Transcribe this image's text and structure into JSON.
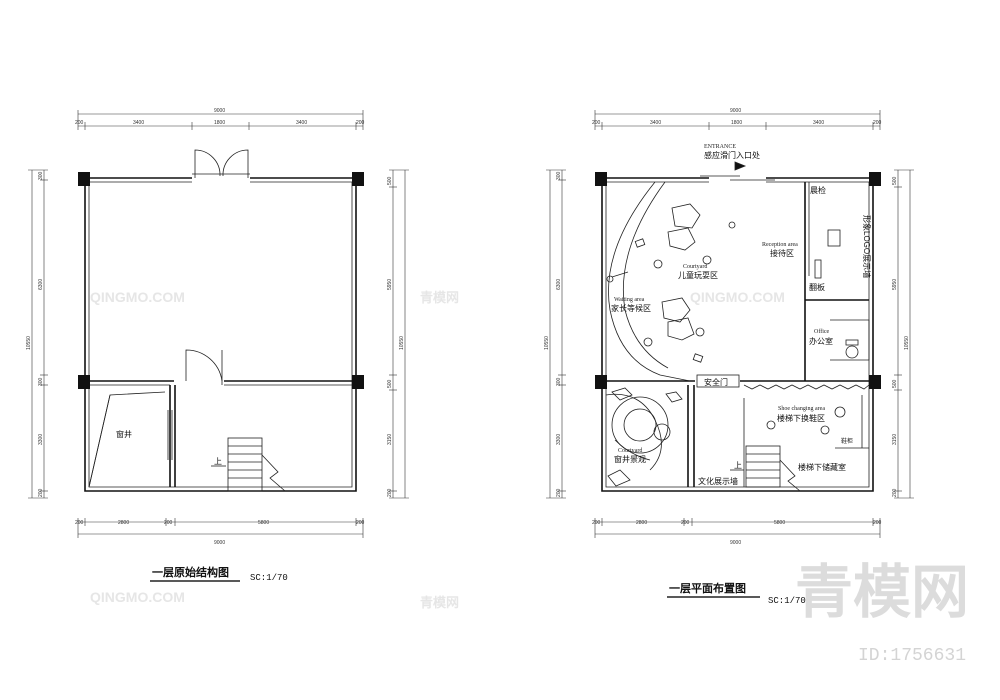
{
  "watermark": {
    "brand_cn": "青模网",
    "brand_en": "QINGMO.COM",
    "small_cn": "青模网",
    "id_label": "ID:1756631"
  },
  "plan_left": {
    "title": "一层原始结构图",
    "scale": "SC:1/70",
    "room_label": "窗井",
    "stair_label": "上",
    "dims_top_total": "9000",
    "dims_top_segments": [
      "200",
      "3400",
      "1800",
      "3400",
      "200"
    ],
    "dims_bottom_total": "9000",
    "dims_bottom_segments": [
      "200",
      "2800",
      "200",
      "5800",
      "200"
    ],
    "dims_left_total": "10550",
    "dims_left_segments": [
      "300",
      "6300",
      "300",
      "3300",
      "200"
    ],
    "dims_right_total": "10550",
    "dims_right_segments": [
      "500",
      "5950",
      "500",
      "3150",
      "200"
    ]
  },
  "plan_right": {
    "title": "一层平面布置图",
    "scale": "SC:1/70",
    "entrance_en": "ENTRANCE",
    "entrance_cn": "感应滑门入口处",
    "courtyard_en": "Courtyard",
    "courtyard_cn": "儿童玩耍区",
    "reception_en": "Reception area",
    "reception_cn": "接待区",
    "waiting_en": "Waiting area",
    "waiting_cn": "家长等候区",
    "morning_check": "晨检",
    "logo_wall": "形象LOGO展示墙",
    "flip_panel": "翻板",
    "office_en": "Office",
    "office_cn": "办公室",
    "safety_door": "安全门",
    "shoe_en": "Shoe changing area",
    "shoe_cn": "楼梯下换鞋区",
    "shoe_cabinet": "鞋柜",
    "storage_cn": "楼梯下储藏室",
    "culture_wall": "文化展示墙",
    "well_en": "Courtyard",
    "well_cn": "窗井景观",
    "stair_label": "上",
    "dims_top_total": "9000",
    "dims_top_segments": [
      "200",
      "3400",
      "1800",
      "3400",
      "200"
    ],
    "dims_bottom_total": "9000",
    "dims_bottom_segments": [
      "200",
      "2800",
      "200",
      "5800",
      "200"
    ],
    "dims_left_total": "10550",
    "dims_left_segments": [
      "300",
      "6300",
      "300",
      "3300",
      "200"
    ],
    "dims_right_total": "10550",
    "dims_right_segments": [
      "500",
      "5950",
      "500",
      "3150",
      "200"
    ]
  }
}
